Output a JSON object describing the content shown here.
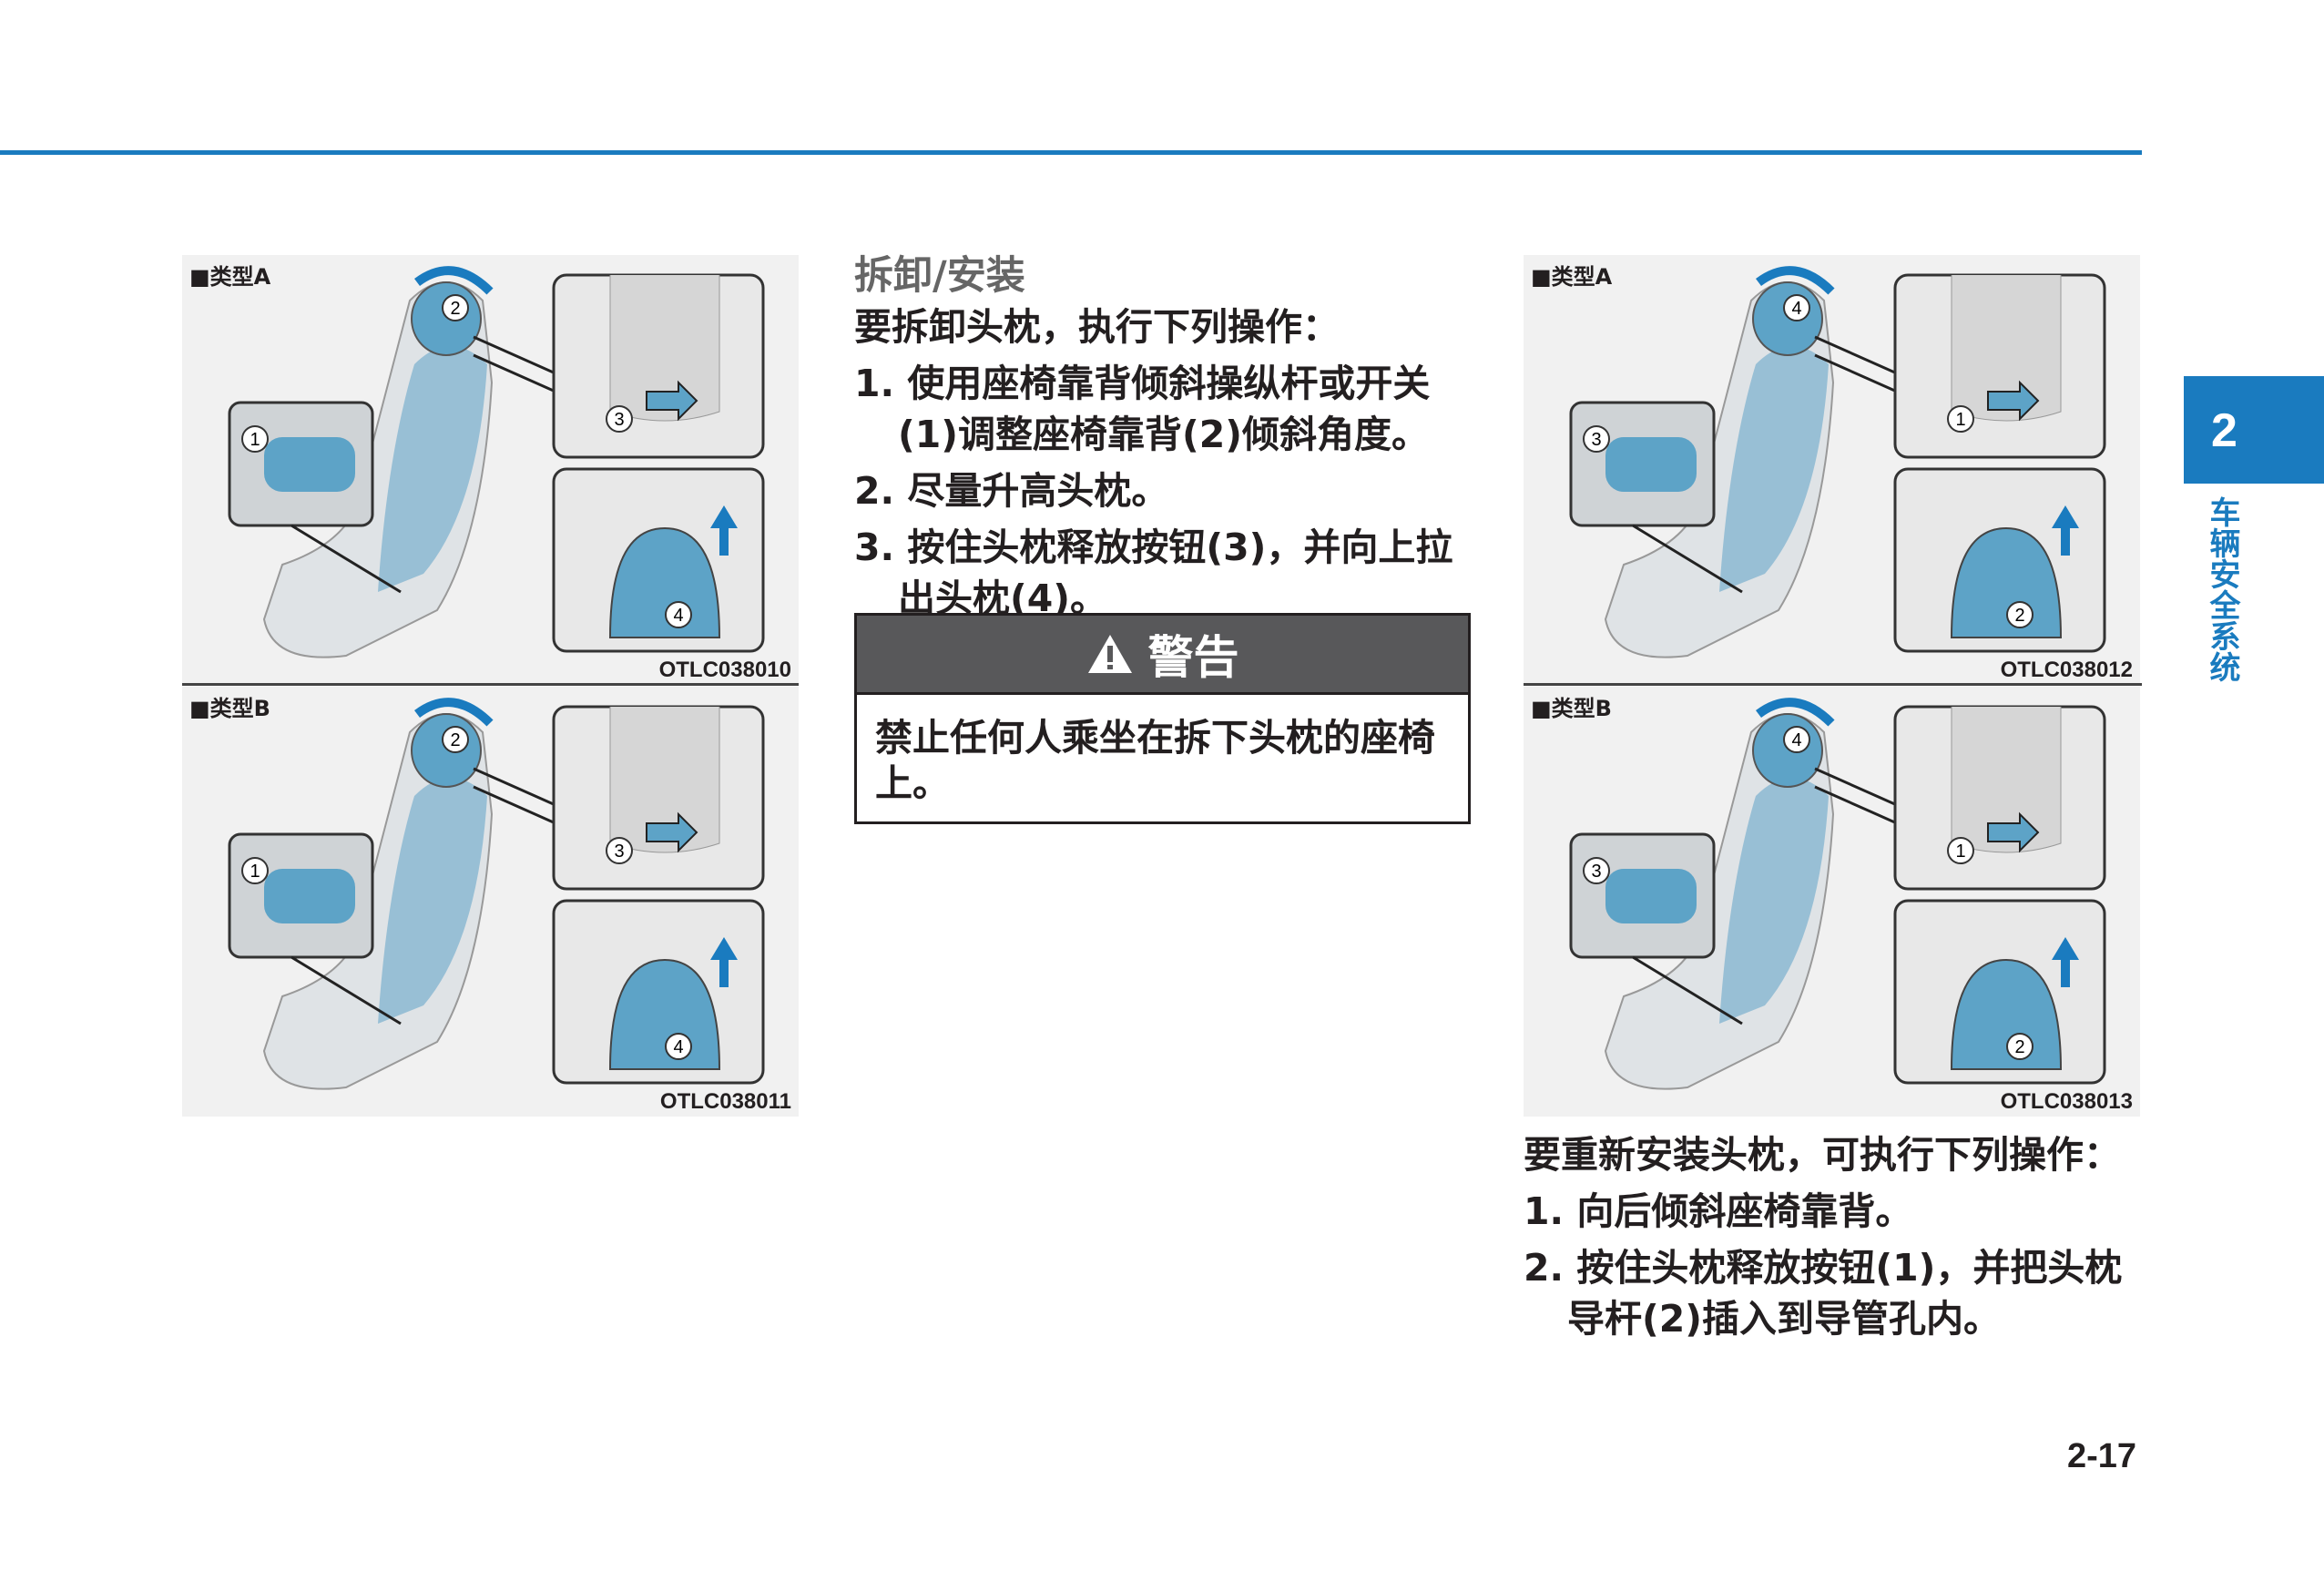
{
  "figures": [
    {
      "label": "■类型A",
      "code": "OTLC038010",
      "callouts": [
        "1",
        "2",
        "3",
        "4"
      ]
    },
    {
      "label": "■类型B",
      "code": "OTLC038011",
      "callouts": [
        "1",
        "2",
        "3",
        "4"
      ]
    },
    {
      "label": "■类型A",
      "code": "OTLC038012",
      "callouts": [
        "3",
        "4",
        "1",
        "2"
      ]
    },
    {
      "label": "■类型B",
      "code": "OTLC038013",
      "callouts": [
        "3",
        "4",
        "1",
        "2"
      ]
    }
  ],
  "removal": {
    "title": "拆卸/安装",
    "intro": "要拆卸头枕，执行下列操作：",
    "steps": [
      "1. 使用座椅靠背倾斜操纵杆或开关(1)调整座椅靠背(2)倾斜角度。",
      "2. 尽量升高头枕。",
      "3. 按住头枕释放按钮(3)，并向上拉出头枕(4)。"
    ]
  },
  "warning": {
    "title": "警告",
    "body": "禁止任何人乘坐在拆下头枕的座椅上。"
  },
  "install": {
    "intro": "要重新安装头枕，可执行下列操作：",
    "steps": [
      "1. 向后倾斜座椅靠背。",
      "2. 按住头枕释放按钮(1)，并把头枕导杆(2)插入到导管孔内。"
    ]
  },
  "chapter": {
    "number": "2",
    "title": "车辆安全系统"
  },
  "page_number": "2-17",
  "colors": {
    "accent": "#1a7bbf",
    "warning_header": "#58585a"
  }
}
